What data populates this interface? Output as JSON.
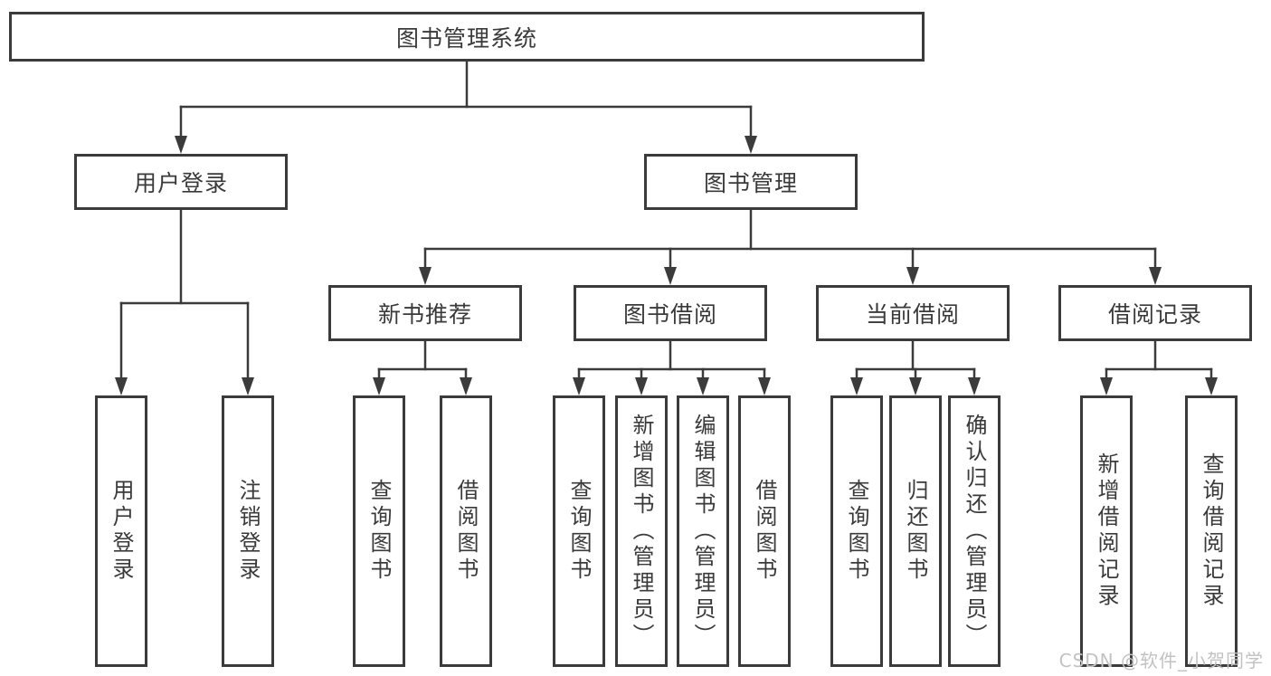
{
  "diagram": {
    "type": "tree",
    "title": "图书管理系统",
    "watermark": "CSDN @软件_小贺同学",
    "colors": {
      "line": "#3b3b3b",
      "box_border": "#3b3b3b",
      "text": "#3a3a3a",
      "background": "#ffffff",
      "watermark": "#c2c2c2"
    },
    "root": {
      "label": "图书管理系统",
      "children": [
        {
          "label": "用户登录",
          "children": [
            {
              "label": "用户登录"
            },
            {
              "label": "注销登录"
            }
          ]
        },
        {
          "label": "图书管理",
          "children": [
            {
              "label": "新书推荐",
              "children": [
                {
                  "label": "查询图书"
                },
                {
                  "label": "借阅图书"
                }
              ]
            },
            {
              "label": "图书借阅",
              "children": [
                {
                  "label": "查询图书"
                },
                {
                  "label": "新增图书（管理员）"
                },
                {
                  "label": "编辑图书（管理员）"
                },
                {
                  "label": "借阅图书"
                }
              ]
            },
            {
              "label": "当前借阅",
              "children": [
                {
                  "label": "查询图书"
                },
                {
                  "label": "归还图书"
                },
                {
                  "label": "确认归还（管理员）"
                }
              ]
            },
            {
              "label": "借阅记录",
              "children": [
                {
                  "label": "新增借阅记录"
                },
                {
                  "label": "查询借阅记录"
                }
              ]
            }
          ]
        }
      ]
    }
  }
}
